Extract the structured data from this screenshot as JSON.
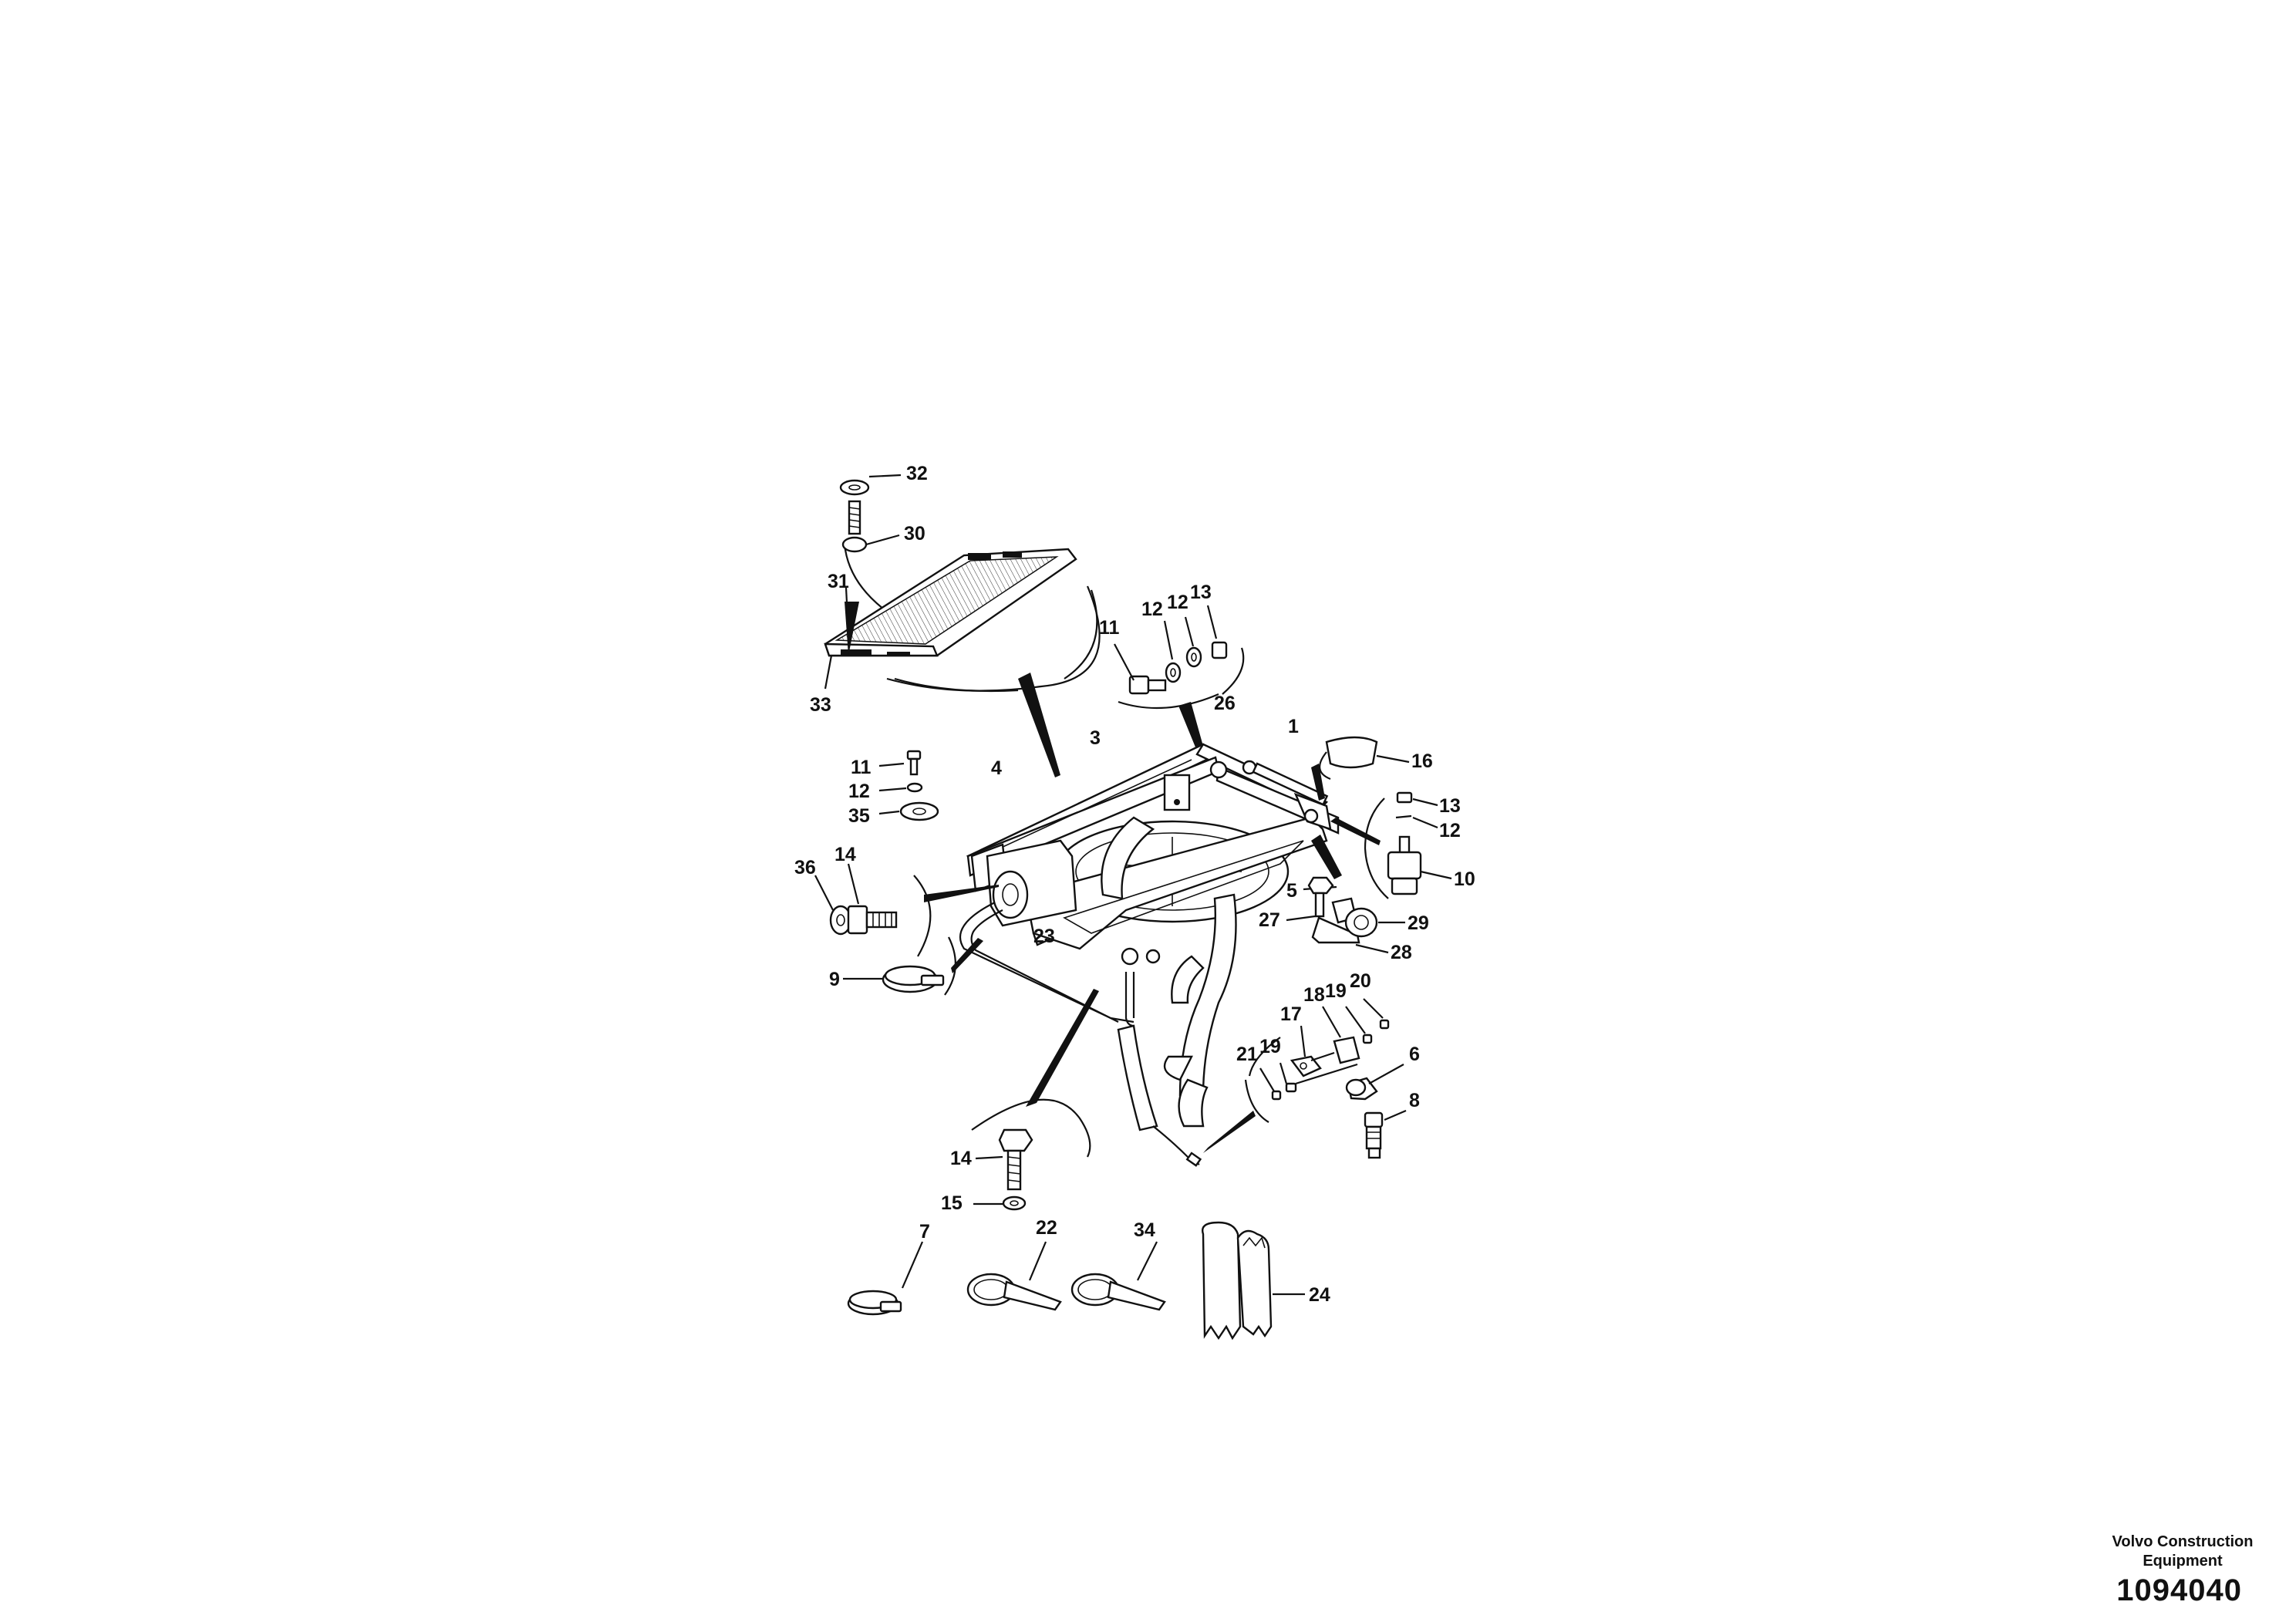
{
  "brand": {
    "line1": "Volvo Construction",
    "line2": "Equipment"
  },
  "drawing_number": "1094040",
  "callouts": {
    "c1": "1",
    "c3": "3",
    "c4": "4",
    "c5": "5",
    "c6": "6",
    "c7": "7",
    "c8": "8",
    "c9": "9",
    "c10": "10",
    "c11a": "11",
    "c11b": "11",
    "c12a": "12",
    "c12b": "12",
    "c12c": "12",
    "c12d": "12",
    "c13a": "13",
    "c13b": "13",
    "c14a": "14",
    "c14b": "14",
    "c15": "15",
    "c16": "16",
    "c17": "17",
    "c18": "18",
    "c19a": "19",
    "c19b": "19",
    "c20": "20",
    "c21": "21",
    "c22": "22",
    "c23": "23",
    "c24": "24",
    "c26": "26",
    "c27": "27",
    "c28": "28",
    "c29": "29",
    "c30": "30",
    "c31": "31",
    "c32": "32",
    "c33": "33",
    "c34": "34",
    "c35": "35",
    "c36": "36"
  }
}
